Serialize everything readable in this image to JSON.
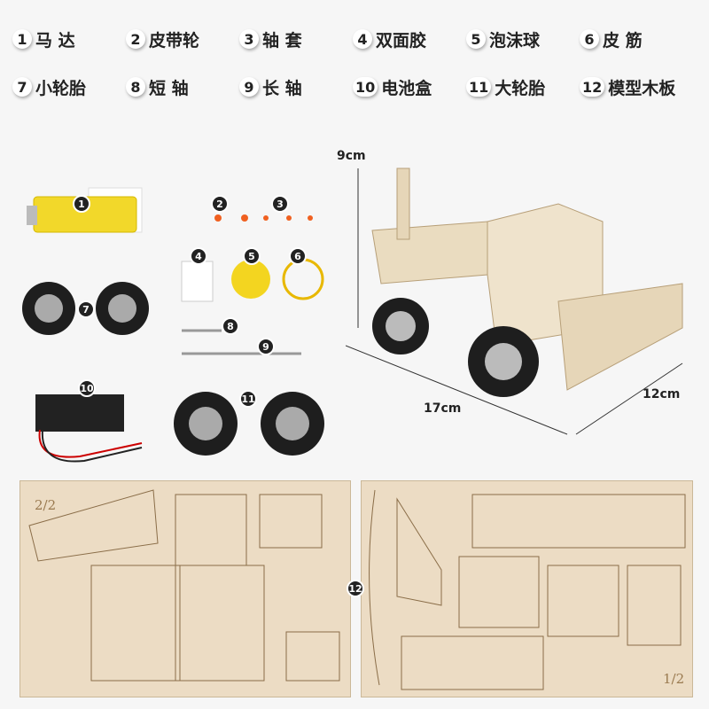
{
  "legend": [
    {
      "n": "1",
      "label": "马 达"
    },
    {
      "n": "2",
      "label": "皮带轮"
    },
    {
      "n": "3",
      "label": "轴 套"
    },
    {
      "n": "4",
      "label": "双面胶"
    },
    {
      "n": "5",
      "label": "泡沫球"
    },
    {
      "n": "6",
      "label": "皮 筋"
    },
    {
      "n": "7",
      "label": "小轮胎"
    },
    {
      "n": "8",
      "label": "短 轴"
    },
    {
      "n": "9",
      "label": "长 轴"
    },
    {
      "n": "10",
      "label": "电池盒"
    },
    {
      "n": "11",
      "label": "大轮胎"
    },
    {
      "n": "12",
      "label": "模型木板"
    }
  ],
  "dimensions": {
    "height": "9cm",
    "length": "17cm",
    "width": "12cm"
  },
  "boards": {
    "left_label": "2/2",
    "right_label": "1/2"
  },
  "colors": {
    "wood": "#ecdcc4",
    "motor": "#f2d82a",
    "tire": "#1e1e1e",
    "rubber_band": "#e8b800"
  }
}
